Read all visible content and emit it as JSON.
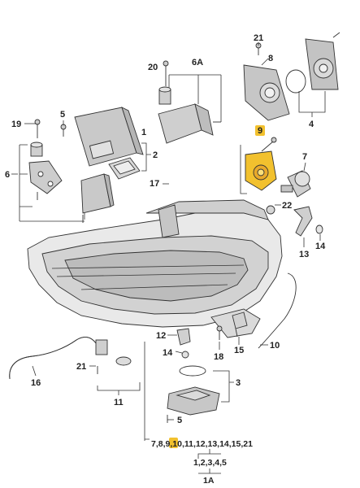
{
  "diagram": {
    "highlight_color": "#f2c12e",
    "callouts": {
      "c1": "1",
      "c2": "2",
      "c3": "3",
      "c4": "4",
      "c5a": "5",
      "c5b": "5",
      "c6": "6",
      "c6A": "6A",
      "c7": "7",
      "c8": "8",
      "c9": "9",
      "c10": "10",
      "c11": "11",
      "c12": "12",
      "c13": "13",
      "c14a": "14",
      "c14b": "14",
      "c15": "15",
      "c16": "16",
      "c17": "17",
      "c18": "18",
      "c19": "19",
      "c20": "20",
      "c21a": "21",
      "c21b": "21",
      "c22": "22"
    },
    "footer": {
      "list_before": "7,8,",
      "list_highlight": "9",
      "list_after": ",10,11,12,13,14,15,21",
      "sub_list": "1,2,3,4,5",
      "assembly": "1A"
    }
  }
}
